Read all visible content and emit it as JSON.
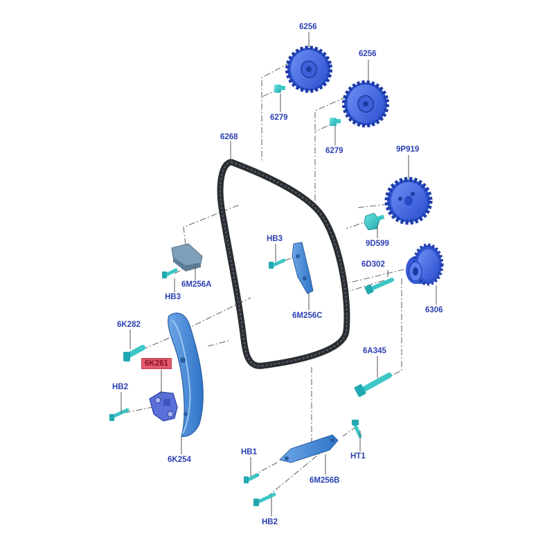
{
  "diagram": {
    "highlight_color": "#e25a6e",
    "label_color": "#2b3fb0",
    "part_color": "#3f66e0",
    "fastener_color": "#3cc6c6",
    "labels": {
      "sprocket_top_left": "6256",
      "sprocket_top_right": "6256",
      "bolt_top_left": "6279",
      "bolt_top_right": "6279",
      "chain": "6268",
      "sprocket_exhaust": "9P919",
      "bolt_9d599": "9D599",
      "bolt_6d302": "6D302",
      "crank_sprocket": "6306",
      "guide_upper_bolt": "HB3",
      "guide_upper": "6M256A",
      "guide_upper_bolt_2": "HB3",
      "guide_center": "6M256C",
      "bolt_6k282": "6K282",
      "tensioner": "6K261",
      "bolt_hb2_left": "HB2",
      "tensioner_arm": "6K254",
      "bolt_6a345": "6A345",
      "bolt_hb1": "HB1",
      "bolt_ht1": "HT1",
      "guide_lower": "6M256B",
      "bolt_hb2_bottom": "HB2"
    }
  }
}
